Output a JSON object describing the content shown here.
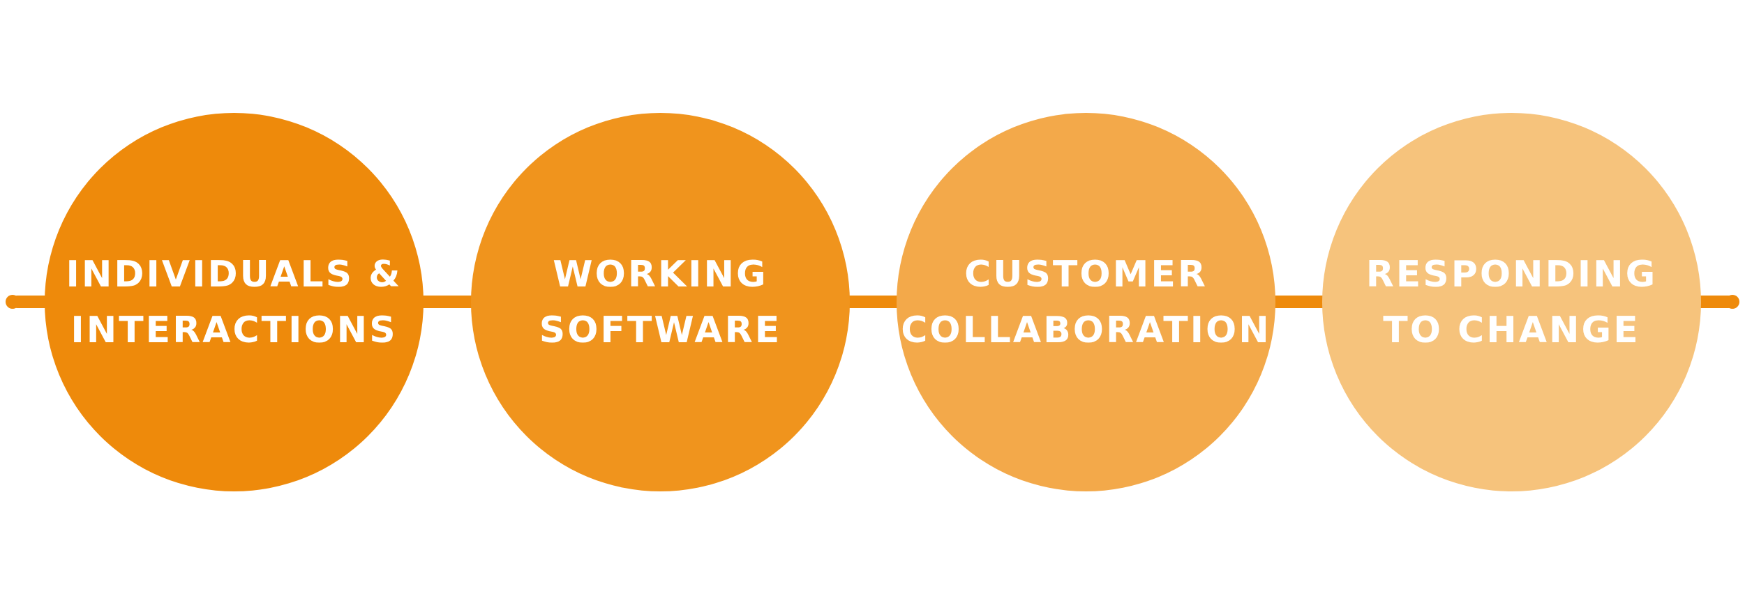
{
  "diagram": {
    "line_color": "#EE8A0B",
    "text_color": "#FFFFFF",
    "circles": [
      {
        "line1": "INDIVIDUALS &",
        "line2": "INTERACTIONS",
        "color": "#EE8A0B"
      },
      {
        "line1": "WORKING",
        "line2": "SOFTWARE",
        "color": "#F0941D"
      },
      {
        "line1": "CUSTOMER",
        "line2": "COLLABORATION",
        "color": "#F3A94A"
      },
      {
        "line1": "RESPONDING",
        "line2": "TO CHANGE",
        "color": "#F6C37C"
      }
    ]
  }
}
